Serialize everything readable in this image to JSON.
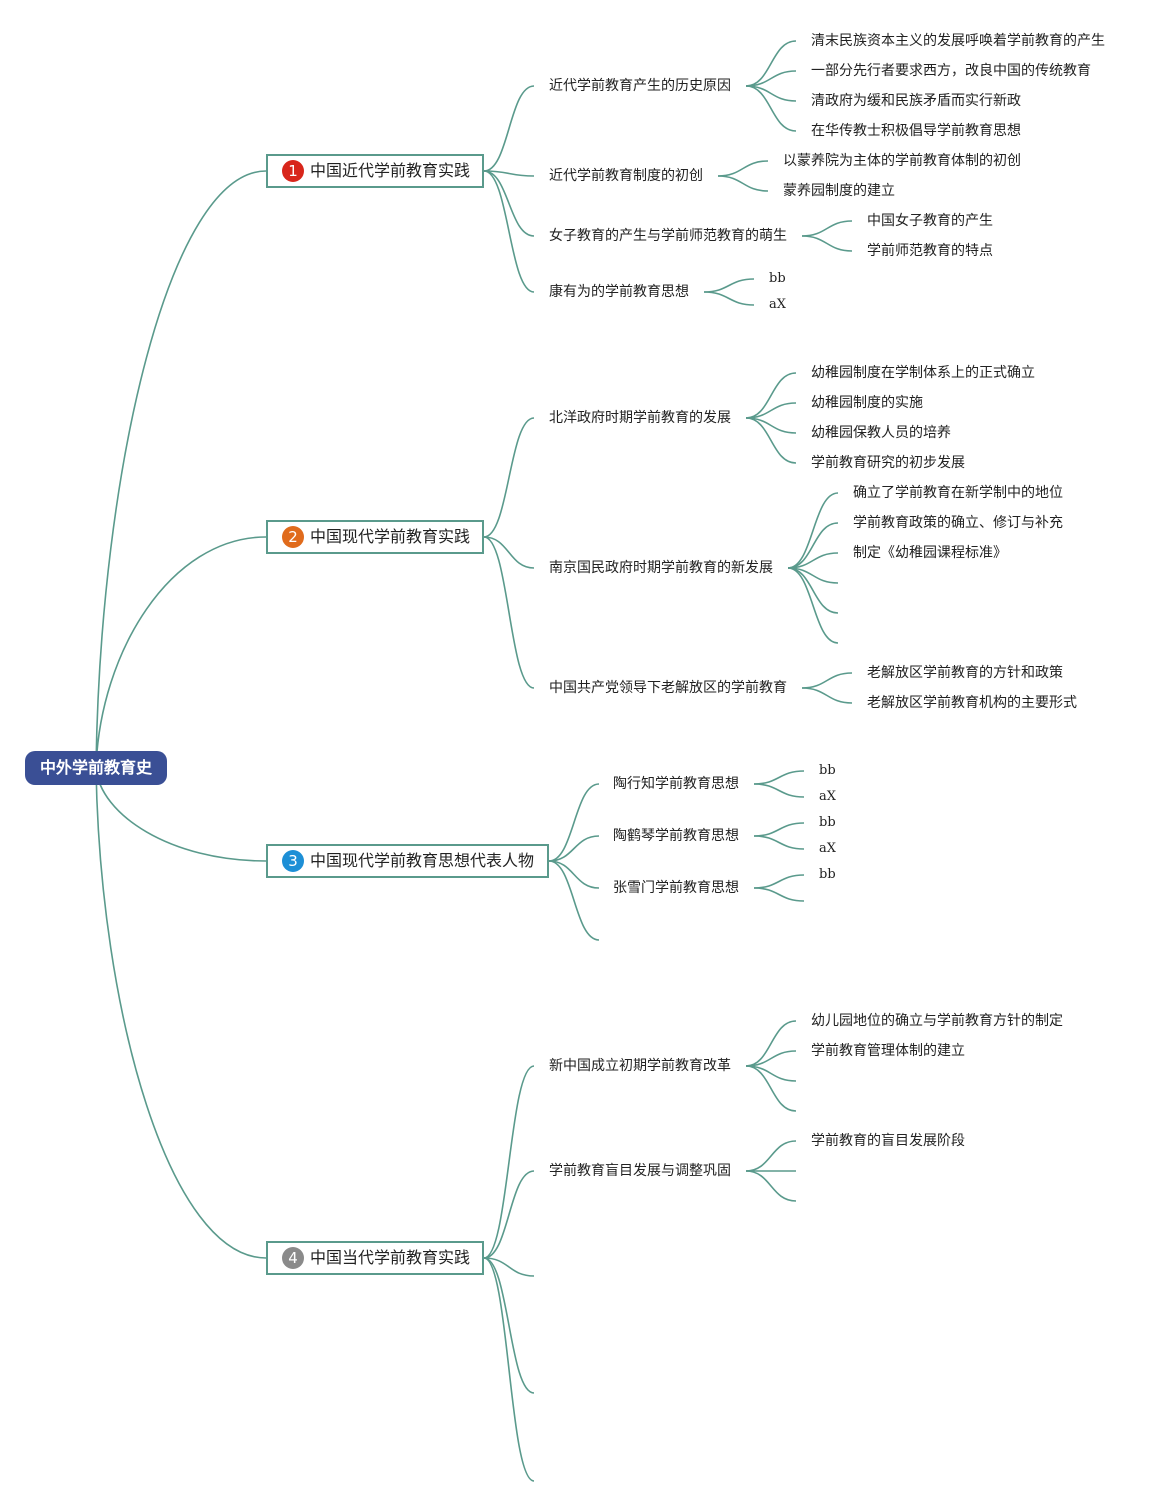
{
  "root": {
    "label": "中外学前教育史"
  },
  "branches": [
    {
      "number": "1",
      "badge_color": "#d8261b",
      "label": "中国近代学前教育实践",
      "children": [
        {
          "label": "近代学前教育产生的历史原因",
          "leaves": [
            "清末民族资本主义的发展呼唤着学前教育的产生",
            "一部分先行者要求西方，改良中国的传统教育",
            "清政府为缓和民族矛盾而实行新政",
            "在华传教士积极倡导学前教育思想"
          ]
        },
        {
          "label": "近代学前教育制度的初创",
          "leaves": [
            "以蒙养院为主体的学前教育体制的初创",
            "蒙养园制度的建立"
          ]
        },
        {
          "label": "女子教育的产生与学前师范教育的萌生",
          "leaves": [
            "中国女子教育的产生",
            "学前师范教育的特点"
          ]
        },
        {
          "label": "康有为的学前教育思想",
          "leaves": [
            "bb",
            "aX"
          ]
        }
      ]
    },
    {
      "number": "2",
      "badge_color": "#e06b1c",
      "label": "中国现代学前教育实践",
      "children": [
        {
          "label": "北洋政府时期学前教育的发展",
          "leaves": [
            "幼稚园制度在学制体系上的正式确立",
            "幼稚园制度的实施",
            "幼稚园保教人员的培养",
            "学前教育研究的初步发展"
          ]
        },
        {
          "label": "南京国民政府时期学前教育的新发展",
          "leaves": [
            "确立了学前教育在新学制中的地位",
            "学前教育政策的确立、修订与补充",
            "制定《幼稚园课程标准》",
            "",
            "",
            ""
          ]
        },
        {
          "label": "中国共产党领导下老解放区的学前教育",
          "leaves": [
            "老解放区学前教育的方针和政策",
            "老解放区学前教育机构的主要形式"
          ]
        }
      ]
    },
    {
      "number": "3",
      "badge_color": "#1d8fd6",
      "label": "中国现代学前教育思想代表人物",
      "children": [
        {
          "label": "陶行知学前教育思想",
          "leaves": [
            "bb",
            "aX"
          ]
        },
        {
          "label": "陶鹤琴学前教育思想",
          "leaves": [
            "bb",
            "aX"
          ]
        },
        {
          "label": "张雪门学前教育思想",
          "leaves": [
            "bb",
            ""
          ]
        },
        {
          "label": "",
          "leaves": []
        }
      ]
    },
    {
      "number": "4",
      "badge_color": "#8a8a8a",
      "label": "中国当代学前教育实践",
      "children": [
        {
          "label": "新中国成立初期学前教育改革",
          "leaves": [
            "幼儿园地位的确立与学前教育方针的制定",
            "学前教育管理体制的建立",
            "",
            ""
          ]
        },
        {
          "label": "学前教育盲目发展与调整巩固",
          "leaves": [
            "学前教育的盲目发展阶段",
            "",
            ""
          ]
        },
        {
          "label": "",
          "leaves": []
        },
        {
          "label": "",
          "leaves": []
        },
        {
          "label": "",
          "leaves": []
        }
      ]
    }
  ]
}
